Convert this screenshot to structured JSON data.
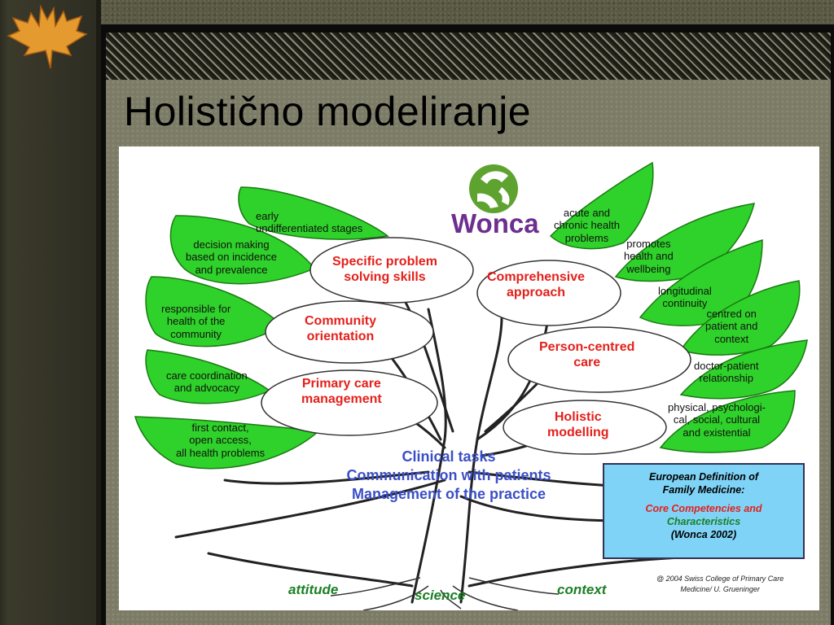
{
  "slide": {
    "title": "Holistično modeliranje"
  },
  "logo": {
    "text": "Wonca"
  },
  "leaves_left": [
    {
      "id": "early",
      "lines": [
        "early",
        "undifferentiated stages"
      ]
    },
    {
      "id": "decision",
      "lines": [
        "decision making",
        "based on  incidence",
        "and prevalence"
      ]
    },
    {
      "id": "responsible",
      "lines": [
        "responsible for",
        "health of the",
        "community"
      ]
    },
    {
      "id": "care_coord",
      "lines": [
        "care coordination",
        "and advocacy"
      ]
    },
    {
      "id": "first_contact",
      "lines": [
        "first contact,",
        "open access,",
        "all health problems"
      ]
    }
  ],
  "leaves_right": [
    {
      "id": "acute",
      "lines": [
        "acute  and",
        "chronic health",
        "problems"
      ]
    },
    {
      "id": "promotes",
      "lines": [
        "promotes",
        "health and",
        "wellbeing"
      ]
    },
    {
      "id": "longitudinal",
      "lines": [
        "longitudinal",
        "continuity"
      ]
    },
    {
      "id": "centred",
      "lines": [
        "centred on",
        "patient and",
        "context"
      ]
    },
    {
      "id": "doctor_patient",
      "lines": [
        "doctor-patient",
        "relationship"
      ]
    },
    {
      "id": "physical",
      "lines": [
        "physical, psychologi-",
        "cal, social, cultural",
        "and existential"
      ]
    }
  ],
  "competencies": [
    {
      "id": "specific",
      "lines": [
        "Specific problem",
        "solving skills"
      ]
    },
    {
      "id": "community",
      "lines": [
        "Community",
        "orientation"
      ]
    },
    {
      "id": "primary",
      "lines": [
        "Primary care",
        "management"
      ]
    },
    {
      "id": "comprehensive",
      "lines": [
        "Comprehensive",
        "approach"
      ]
    },
    {
      "id": "person",
      "lines": [
        "Person-centred",
        "care"
      ]
    },
    {
      "id": "holistic",
      "lines": [
        "Holistic",
        "modelling"
      ]
    }
  ],
  "core_tasks": [
    "Clinical tasks",
    "Communication with patients",
    "Management of the practice"
  ],
  "roots": {
    "attitude": "attitude",
    "science": "science",
    "context": "context"
  },
  "definition_box": {
    "line1": "European Definition of",
    "line2": "Family Medicine:",
    "line3": "Core Competencies and",
    "line4": "Characteristics",
    "line5": "(Wonca 2002)"
  },
  "credit": {
    "line1": "@ 2004 Swiss College of Primary Care",
    "line2": "Medicine/  U. Grueninger"
  },
  "colors": {
    "leaf": "#2fd22a",
    "leaf_stroke": "#1a7a12",
    "bubble_text": "#e3211b",
    "core_text": "#3b4fc4",
    "root_text": "#1b7f24",
    "wonca_purple": "#6d2f8f",
    "wonca_green": "#5ea22f",
    "box_fill": "#7fd3f7",
    "box_red": "#e3211b",
    "box_green": "#1b7f24"
  }
}
